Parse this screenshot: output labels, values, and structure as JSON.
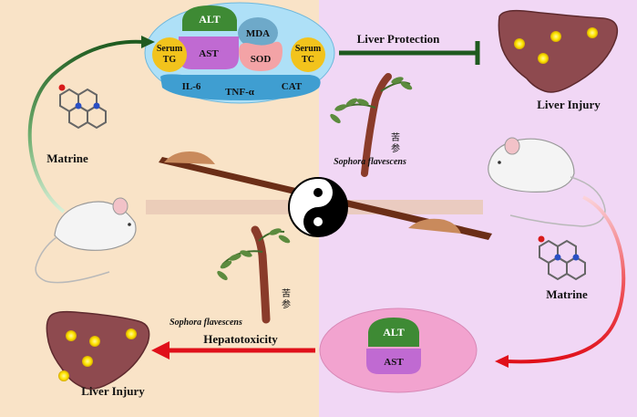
{
  "biomarkers": {
    "alt": "ALT",
    "mda": "MDA",
    "serum_tg_1": "Serum",
    "serum_tg_2": "TG",
    "ast": "AST",
    "sod": "SOD",
    "serum_tc_1": "Serum",
    "serum_tc_2": "TC",
    "il6": "IL-6",
    "tnf": "TNF-α",
    "cat": "CAT"
  },
  "labels": {
    "liver_protection": "Liver Protection",
    "liver_injury_right": "Liver Injury",
    "liver_injury_left": "Liver Injury",
    "hepatotoxicity": "Hepatotoxicity",
    "matrine_left": "Matrine",
    "matrine_right": "Matrine",
    "sophora_right": "Sophora flavescens",
    "sophora_left": "Sophora flavescens",
    "kushen_char1": "苦",
    "kushen_char2": "参",
    "alt_bottom": "ALT",
    "ast_bottom": "AST"
  },
  "colors": {
    "left_bg": "#f9e3c7",
    "right_bg": "#f1d7f5",
    "green_arrow": "#1f5a1f",
    "red_arrow": "#e0101a",
    "liver": "#8e4a4f",
    "alt_green": "#3e8a34",
    "ast_violet": "#c06ad2",
    "oval_blue": "#aee0f7",
    "oval_pink": "#f2a3cf"
  }
}
